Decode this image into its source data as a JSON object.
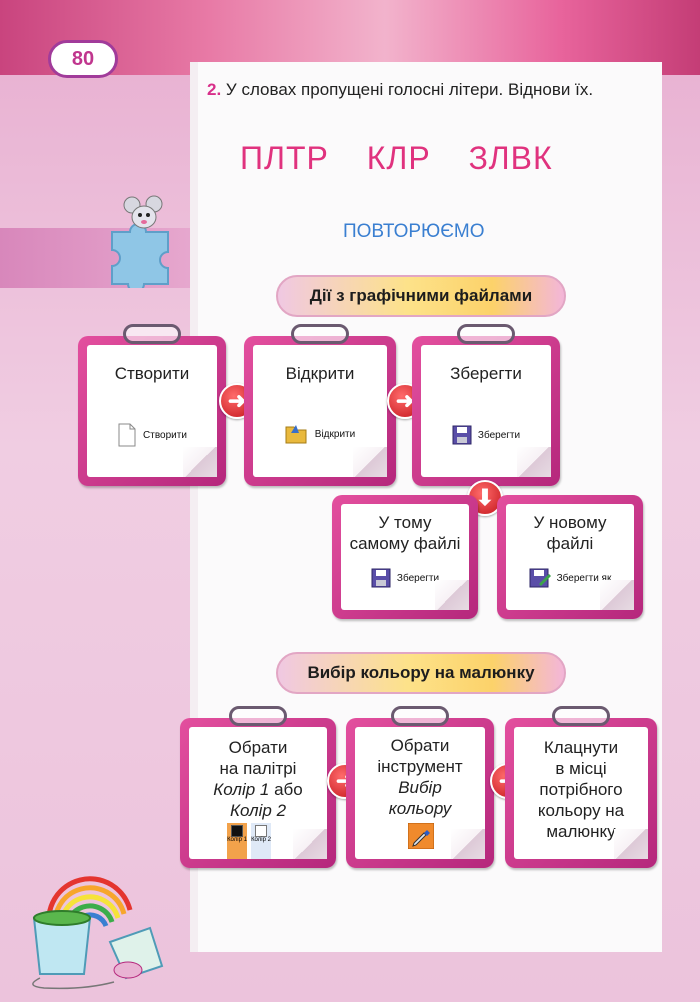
{
  "page_number": "80",
  "task": {
    "number": "2.",
    "text": "У словах пропущені голосні літери. Віднови їх."
  },
  "words": [
    "ПЛТР",
    "КЛР",
    "ЗЛВК"
  ],
  "repeat_heading": "ПОВТОРЮЄМО",
  "section1": {
    "title": "Дії з графічними файлами",
    "cards": [
      {
        "title": "Створити",
        "icon": "new-file-icon",
        "icon_label": "Створити"
      },
      {
        "title": "Відкрити",
        "icon": "open-folder-icon",
        "icon_label": "Відкрити"
      },
      {
        "title": "Зберегти",
        "icon": "floppy-disk-icon",
        "icon_label": "Зберегти"
      },
      {
        "title_line1": "У тому",
        "title_line2": "самому файлі",
        "icon": "floppy-disk-icon",
        "icon_label": "Зберегти"
      },
      {
        "title_line1": "У новому",
        "title_line2": "файлі",
        "icon": "save-as-icon",
        "icon_label": "Зберегти як"
      }
    ]
  },
  "section2": {
    "title": "Вибір кольору на малюнку",
    "cards": [
      {
        "line1": "Обрати",
        "line2": "на палітрі",
        "line3a": "Колір 1",
        "line3b": " або",
        "line4": "Колір 2",
        "swatch1": "Колір 1",
        "swatch2": "Колір 2"
      },
      {
        "line1": "Обрати",
        "line2": "інструмент",
        "line3": "Вибір",
        "line4": "кольору",
        "icon": "eyedropper-icon"
      },
      {
        "line1": "Клацнути",
        "line2": "в місці",
        "line3": "потрібного",
        "line4": "кольору на",
        "line5": "малюнку"
      }
    ]
  },
  "colors": {
    "pink": "#e0327e",
    "blue": "#3a7fd1",
    "card": "#d43d8f",
    "arrow": "#d4191f"
  }
}
